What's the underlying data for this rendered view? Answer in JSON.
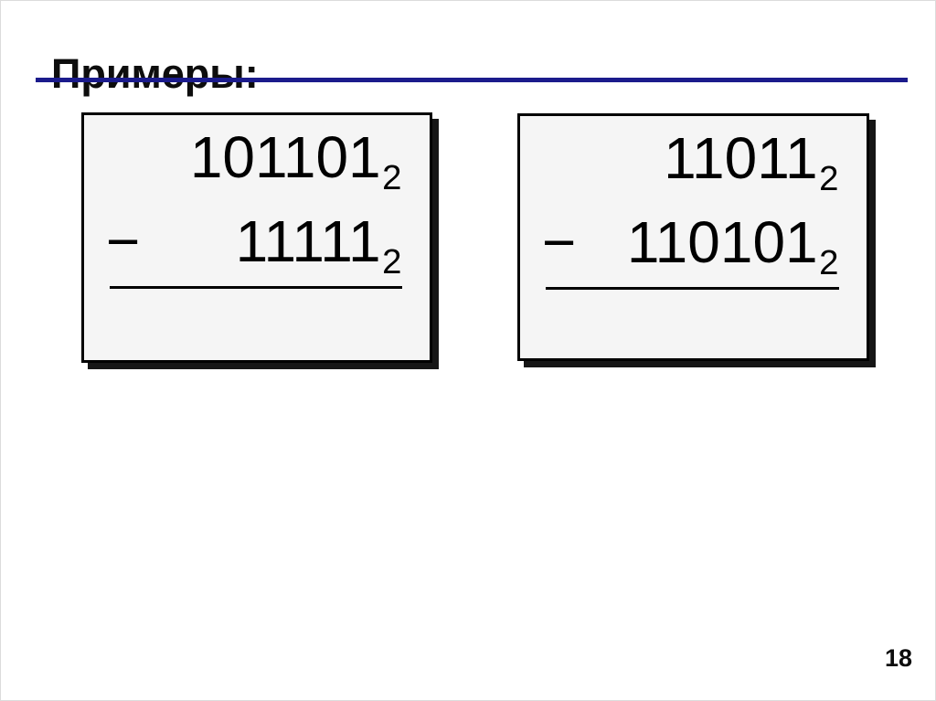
{
  "title": "Примеры:",
  "page_number": "18",
  "colors": {
    "accent_line": "#1b1b8c",
    "card_background": "#f5f5f5",
    "card_border": "#000000",
    "card_shadow": "#161616",
    "text": "#000000"
  },
  "problems": [
    {
      "minuend": "101101",
      "minuend_base": "2",
      "operator": "−",
      "subtrahend": "11111",
      "subtrahend_base": "2"
    },
    {
      "minuend": "11011",
      "minuend_base": "2",
      "operator": "−",
      "subtrahend": "110101",
      "subtrahend_base": "2"
    }
  ]
}
